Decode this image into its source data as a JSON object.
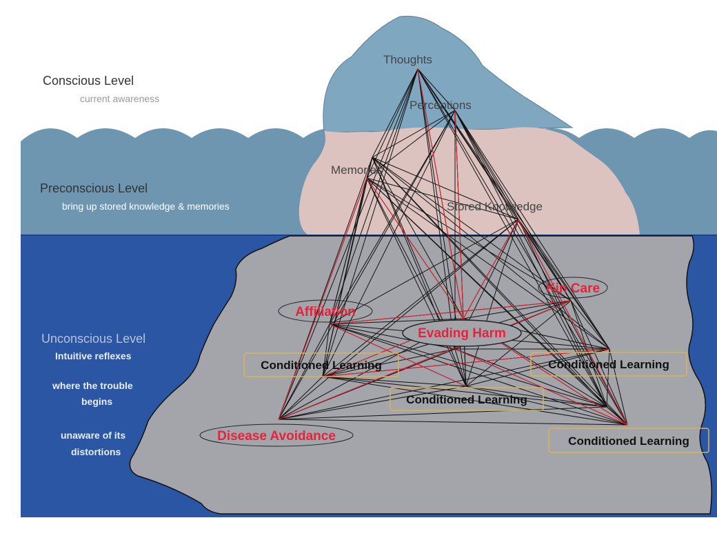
{
  "levels": {
    "conscious": {
      "title": "Conscious Level",
      "subtitle": "current awareness"
    },
    "preconscious": {
      "title": "Preconscious Level",
      "subtitle": "bring up stored knowledge & memories"
    },
    "unconscious": {
      "title": "Unconscious Level",
      "notes": [
        "Intuitive reflexes",
        "where the trouble",
        "begins",
        "unaware of its",
        "distortions"
      ]
    }
  },
  "iceberg_labels": {
    "thoughts": "Thoughts",
    "perceptions": "Perceptions",
    "memories": "Memories",
    "stored_knowledge": "Stored Knowledge"
  },
  "motives": {
    "affiliation": "Affiliation",
    "evading_harm": "Evading Harm",
    "kin_care": "Kin Care",
    "disease_avoidance": "Disease Avoidance"
  },
  "conditioned": {
    "left": "Conditioned Learning",
    "right": "Conditioned Learning",
    "center": "Conditioned Learning",
    "bottom_right": "Conditioned Learning"
  },
  "colors": {
    "sky": "#ffffff",
    "surface_water": "#6e96b1",
    "deep_water": "#2a56a4",
    "ice_tip": "#7fa7bf",
    "ice_middle": "#dcc3c0",
    "underwater_block": "#a4a5aa",
    "motive_red": "#e4243b",
    "box_border": "#d8b456"
  }
}
